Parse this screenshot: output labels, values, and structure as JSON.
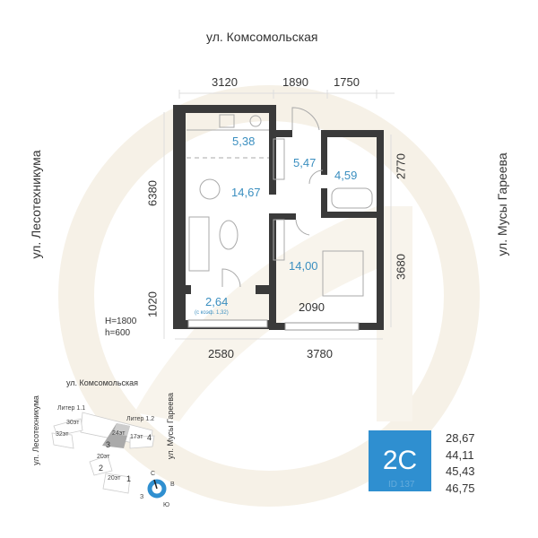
{
  "streets": {
    "top": "ул. Комсомольская",
    "left": "ул. Лесотехникума",
    "right": "ул. Мусы Гареева"
  },
  "dimensions": {
    "top": [
      "3120",
      "1890",
      "1750"
    ],
    "left": [
      "6380",
      "1020"
    ],
    "right": [
      "2770",
      "3680"
    ],
    "bottom": [
      "2580",
      "3780"
    ],
    "inner": "2090"
  },
  "heights": {
    "H": "H=1800",
    "h": "h=600"
  },
  "rooms": {
    "kitchen": "5,38",
    "hall": "5,47",
    "bath": "4,59",
    "living": "14,67",
    "bedroom": "14,00",
    "balcony": "2,64",
    "balcony_note": "(с коэф. 1,32)"
  },
  "site_plan": {
    "street_top": "ул. Комсомольская",
    "street_left": "ул. Лесотехникума",
    "street_right": "ул. Мусы Гареева",
    "liter1": "Литер 1.1",
    "liter2": "Литер 1.2",
    "labels": [
      "30эт",
      "32эт",
      "24эт",
      "17эт",
      "20эт",
      "20эт"
    ],
    "sections": [
      "1",
      "2",
      "3",
      "4"
    ],
    "compass": {
      "n": "С",
      "e": "В",
      "w": "З",
      "s": "Ю"
    }
  },
  "apartment": {
    "type": "2С",
    "id_watermark": "ID 137",
    "areas": [
      "28,67",
      "44,11",
      "45,43",
      "46,75"
    ],
    "accent": "#2f8fd0"
  }
}
